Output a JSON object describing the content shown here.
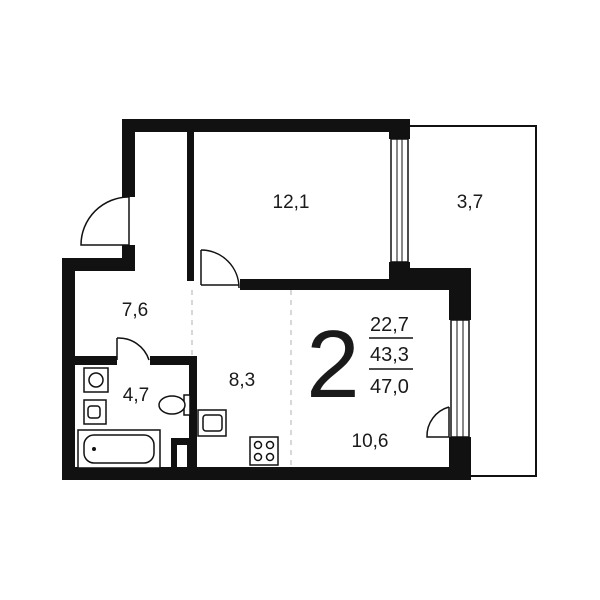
{
  "apartment": {
    "rooms_count": "2",
    "living_area": "22,7",
    "usable_area": "43,3",
    "total_area": "47,0"
  },
  "rooms": [
    {
      "id": "bedroom",
      "area": "12,1"
    },
    {
      "id": "balcony",
      "area": "3,7"
    },
    {
      "id": "hallway",
      "area": "7,6"
    },
    {
      "id": "bathroom",
      "area": "4,7"
    },
    {
      "id": "kitchen",
      "area": "8,3"
    },
    {
      "id": "living-room",
      "area": "10,6"
    }
  ],
  "colors": {
    "wall": "#111111",
    "background": "#ffffff",
    "zone_divider": "#bdbdbd"
  }
}
